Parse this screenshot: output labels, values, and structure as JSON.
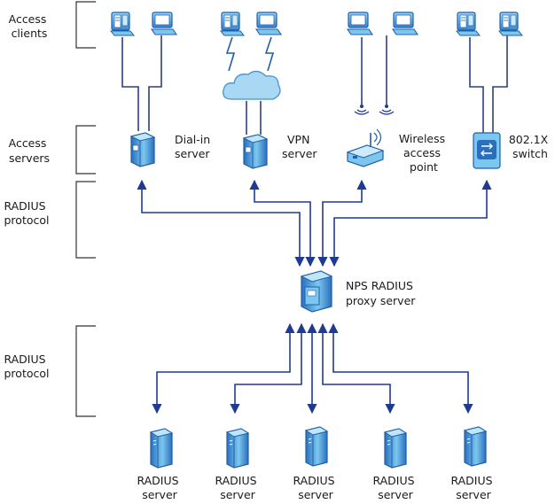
{
  "side_labels": {
    "access_clients": [
      "Access",
      "clients"
    ],
    "access_servers": [
      "Access",
      "servers"
    ],
    "radius_protocol_top": [
      "RADIUS",
      "protocol"
    ],
    "radius_protocol_bottom": [
      "RADIUS",
      "protocol"
    ]
  },
  "access_servers": {
    "dialin": [
      "Dial-in",
      "server"
    ],
    "vpn": [
      "VPN",
      "server"
    ],
    "wireless": [
      "Wireless",
      "access",
      "point"
    ],
    "switch": [
      "802.1X",
      "switch"
    ]
  },
  "proxy": [
    "NPS RADIUS",
    "proxy server"
  ],
  "radius_servers": [
    [
      "RADIUS",
      "server"
    ],
    [
      "RADIUS",
      "server"
    ],
    [
      "RADIUS",
      "server"
    ],
    [
      "RADIUS",
      "server"
    ],
    [
      "RADIUS",
      "server"
    ]
  ],
  "colors": {
    "icon_light": "#7cc7ef",
    "icon_dark": "#1f5fa8",
    "arrow": "#1f3a93",
    "cloud": "#a8d8f4"
  },
  "icons": {
    "client": "computer-icon",
    "cloud": "internet-cloud-icon",
    "server": "server-tower-icon",
    "wireless": "wireless-ap-icon",
    "switch": "switch-icon"
  }
}
